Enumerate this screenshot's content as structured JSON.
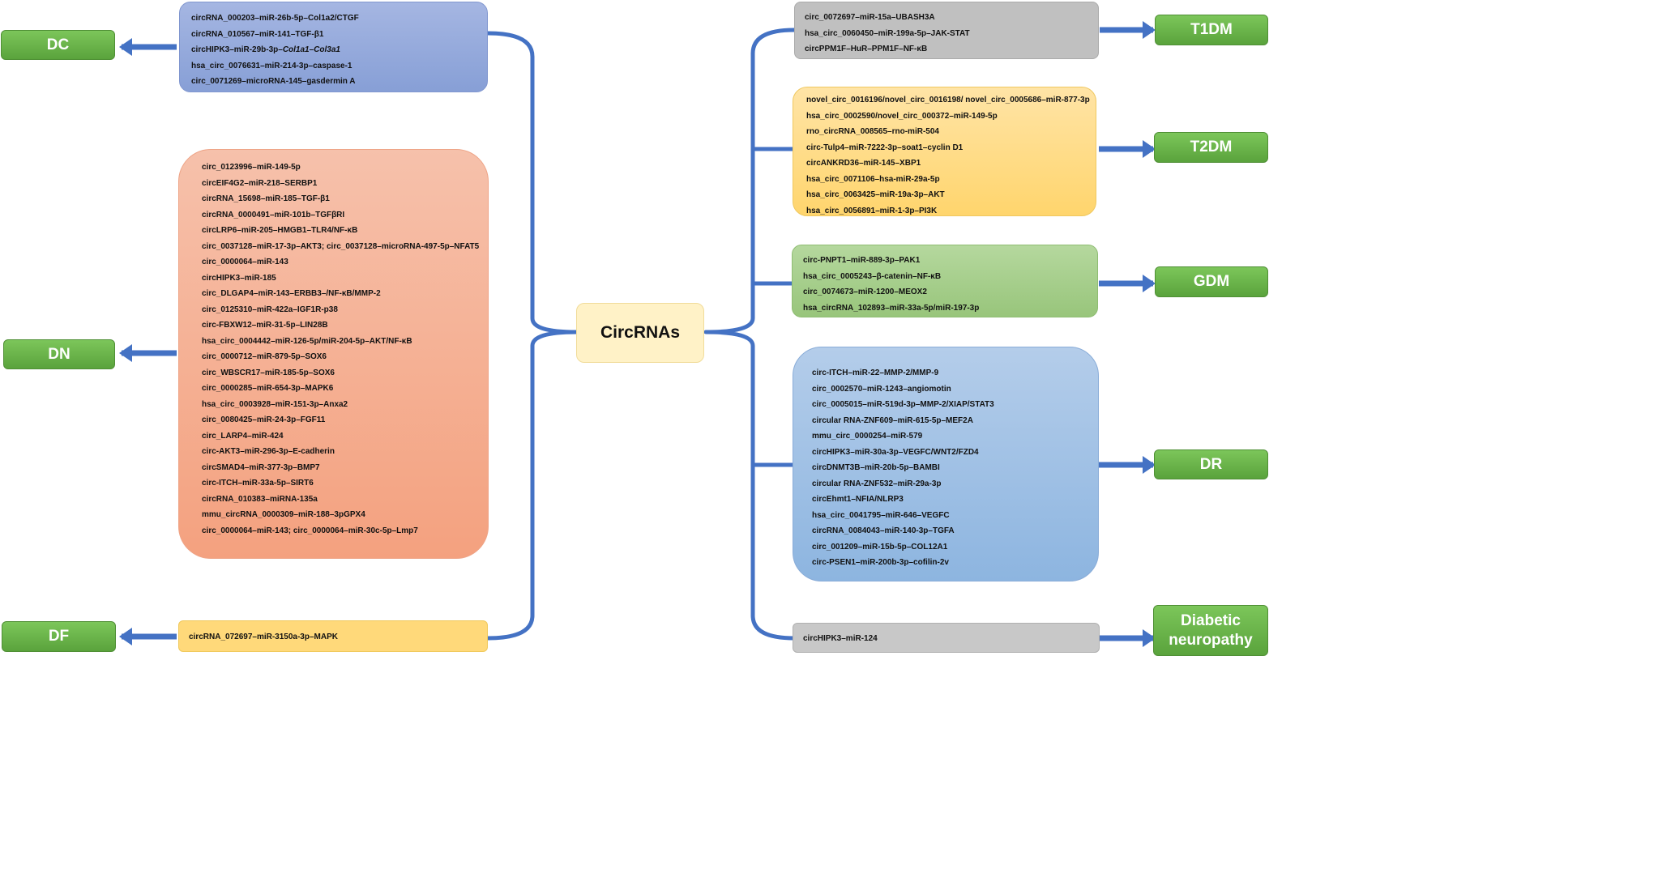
{
  "center": {
    "label": "CircRNAs"
  },
  "colors": {
    "connector": "#4472c4",
    "category_fill": "#6ab04c",
    "dc_box": "#8fa6d8",
    "dn_box": "#f5a98a",
    "df_box": "#ffd97a",
    "t1dm_box": "#c0c0c0",
    "t2dm_box": "#ffd97a",
    "gdm_box": "#a9d18e",
    "dr_box": "#9fc2e7",
    "neuropathy_box": "#c8c8c8"
  },
  "categories": {
    "dc": "DC",
    "dn": "DN",
    "df": "DF",
    "t1dm": "T1DM",
    "t2dm": "T2DM",
    "gdm": "GDM",
    "dr": "DR",
    "neuropathy_line1": "Diabetic",
    "neuropathy_line2": "neuropathy"
  },
  "dc_items": {
    "i0": "circRNA_000203–miR-26b-5p–Col1a2/CTGF",
    "i1": "circRNA_010567–miR-141–TGF-β1",
    "i2_prefix": "circHIPK3–miR-29b-3p–",
    "i2_italic": "Col1a1–Col3a1",
    "i3": "hsa_circ_0076631–miR-214-3p–caspase-1",
    "i4": "circ_0071269–microRNA-145–gasdermin A"
  },
  "dn_items": [
    "circ_0123996–miR-149-5p",
    "circEIF4G2–miR-218–SERBP1",
    "circRNA_15698–miR-185–TGF-β1",
    "circRNA_0000491–miR-101b–TGFβRI",
    "circLRP6–miR-205–HMGB1–TLR4/NF-κB",
    "circ_0037128–miR-17-3p–AKT3; circ_0037128–microRNA-497-5p–NFAT5",
    "circ_0000064–miR-143",
    "circHIPK3–miR-185",
    "circ_DLGAP4–miR-143–ERBB3–/NF-κB/MMP-2",
    "circ_0125310–miR-422a–IGF1R-p38",
    "circ-FBXW12–miR-31-5p–LIN28B",
    "hsa_circ_0004442–miR-126-5p/miR-204-5p–AKT/NF-κB",
    "circ_0000712–miR-879-5p–SOX6",
    "circ_WBSCR17–miR-185-5p–SOX6",
    "circ_0000285–miR-654-3p–MAPK6",
    "hsa_circ_0003928–miR-151-3p–Anxa2",
    "circ_0080425–miR-24-3p–FGF11",
    "circ_LARP4–miR-424",
    "circ-AKT3–miR-296-3p–E-cadherin",
    "circSMAD4–miR-377-3p–BMP7",
    "circ-ITCH–miR-33a-5p–SIRT6",
    "circRNA_010383–miRNA-135a",
    "mmu_circRNA_0000309–miR-188–3pGPX4",
    "circ_0000064–miR-143; circ_0000064–miR-30c-5p–Lmp7"
  ],
  "df_items": [
    "circRNA_072697–miR-3150a-3p–MAPK"
  ],
  "t1dm_items": [
    "circ_0072697–miR-15a–UBASH3A",
    "hsa_circ_0060450–miR-199a-5p–JAK-STAT",
    "circPPM1F–HuR–PPM1F–NF-κB"
  ],
  "t2dm_items": [
    "novel_circ_0016196/novel_circ_0016198/ novel_circ_0005686–miR-877-3p",
    "hsa_circ_0002590/novel_circ_000372–miR-149-5p",
    "rno_circRNA_008565–rno-miR-504",
    "circ-Tulp4–miR-7222-3p–soat1–cyclin D1",
    "circANKRD36–miR-145–XBP1",
    "hsa_circ_0071106–hsa-miR-29a-5p",
    "hsa_circ_0063425–miR-19a-3p–AKT",
    "hsa_circ_0056891–miR-1-3p–PI3K"
  ],
  "gdm_items": [
    "circ-PNPT1–miR-889-3p–PAK1",
    "hsa_circ_0005243–β-catenin–NF-κB",
    "circ_0074673–miR-1200–MEOX2",
    "hsa_circRNA_102893–miR-33a-5p/miR-197-3p"
  ],
  "dr_items": [
    "circ-ITCH–miR-22–MMP-2/MMP-9",
    "circ_0002570–miR-1243–angiomotin",
    "circ_0005015–miR-519d-3p–MMP-2/XIAP/STAT3",
    "circular RNA-ZNF609–miR-615-5p–MEF2A",
    "mmu_circ_0000254–miR-579",
    "circHIPK3–miR-30a-3p–VEGFC/WNT2/FZD4",
    "circDNMT3B–miR-20b-5p–BAMBI",
    "circular RNA-ZNF532–miR-29a-3p",
    "circEhmt1–NFIA/NLRP3",
    "hsa_circ_0041795–miR-646–VEGFC",
    "circRNA_0084043–miR-140-3p–TGFA",
    "circ_001209–miR-15b-5p–COL12A1",
    "circ-PSEN1–miR-200b-3p–cofilin-2v"
  ],
  "neuropathy_items": [
    "circHIPK3–miR-124"
  ]
}
